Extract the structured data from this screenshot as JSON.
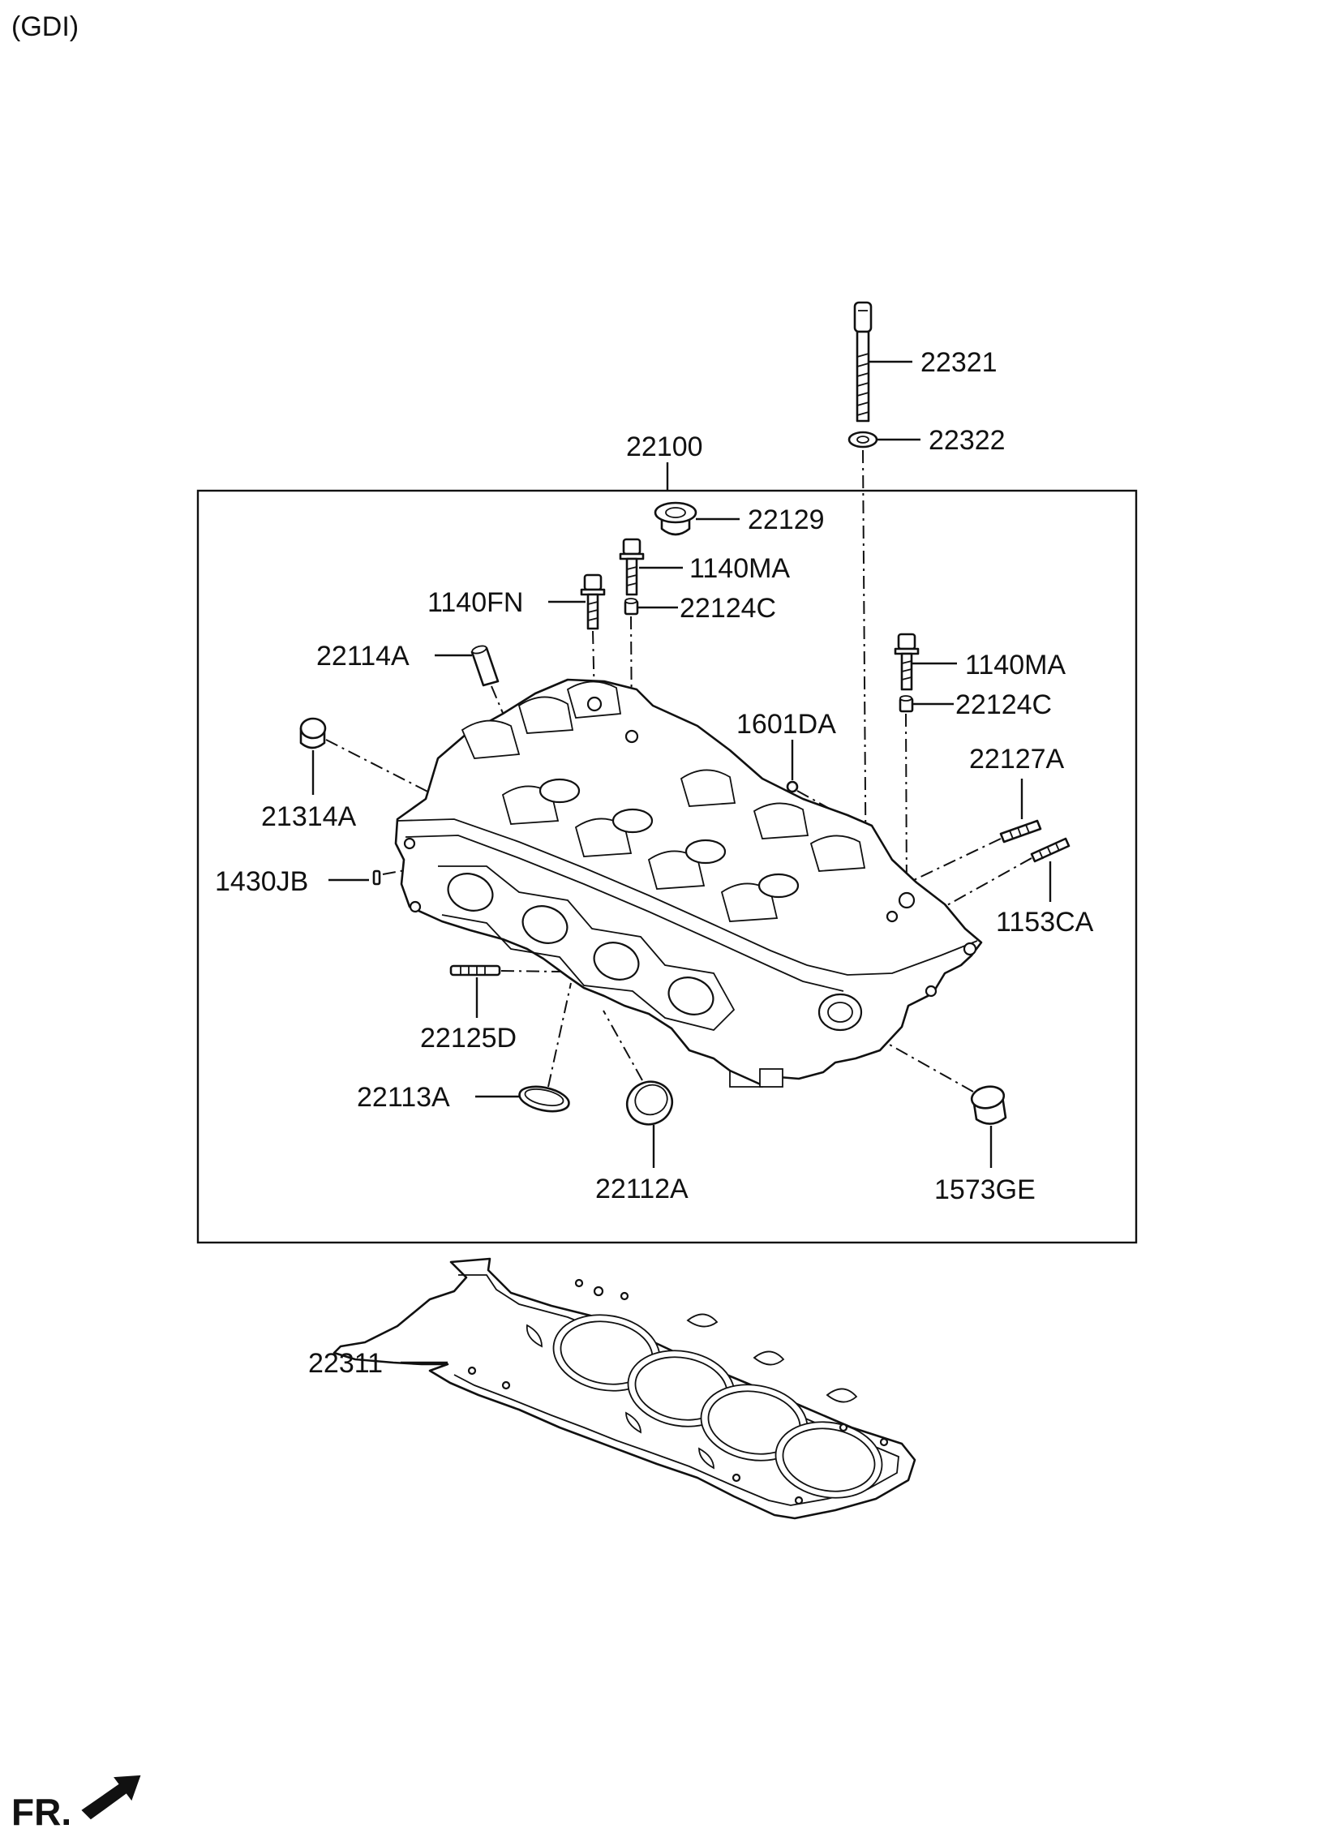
{
  "variant_label": "(GDI)",
  "direction_label": "FR.",
  "callouts": {
    "p22321": "22321",
    "p22322": "22322",
    "p22100": "22100",
    "p22129": "22129",
    "p1140MA_a": "1140MA",
    "p1140FN": "1140FN",
    "p22124C_a": "22124C",
    "p22114A": "22114A",
    "p1140MA_b": "1140MA",
    "p22124C_b": "22124C",
    "p1601DA": "1601DA",
    "p22127A": "22127A",
    "p21314A": "21314A",
    "p1430JB": "1430JB",
    "p1153CA": "1153CA",
    "p22125D": "22125D",
    "p22113A": "22113A",
    "p22112A": "22112A",
    "p1573GE": "1573GE",
    "p22311": "22311"
  },
  "icons": {
    "direction_arrow": "front-direction-arrow-icon"
  }
}
